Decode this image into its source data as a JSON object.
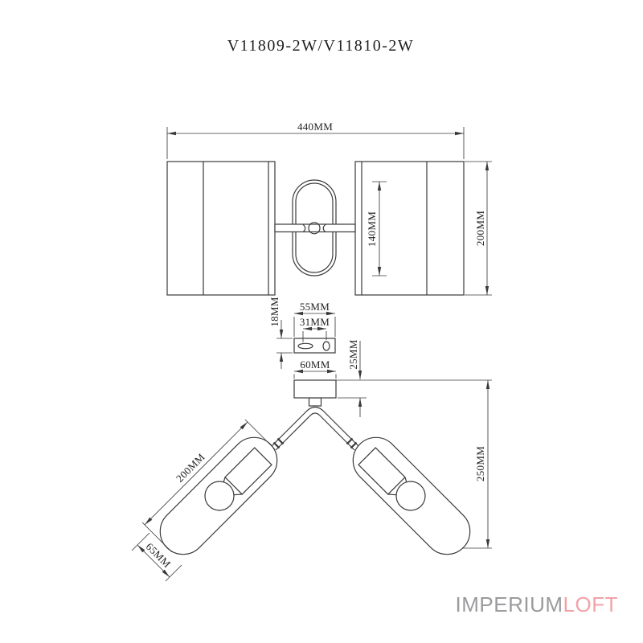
{
  "title": "V11809-2W/V11810-2W",
  "brand": {
    "name_primary": "IMPERIUM",
    "name_secondary": "LOFT",
    "primary_color": "#9b9b9e",
    "secondary_color": "#f2a2a6"
  },
  "colors": {
    "line": "#3a3a3a",
    "text": "#1f1f1f",
    "background": "#ffffff"
  },
  "front_view": {
    "width_label": "440MM",
    "height_label": "200MM",
    "bracket_height_label": "140MM"
  },
  "bracket_view": {
    "plate_width_label": "55MM",
    "hole_spacing_label": "31MM",
    "plate_height_label": "18MM"
  },
  "side_view": {
    "canopy_width_label": "60MM",
    "canopy_height_label": "25MM",
    "overall_height_label": "250MM",
    "shade_length_label": "200MM",
    "shade_diameter_label": "65MM"
  }
}
